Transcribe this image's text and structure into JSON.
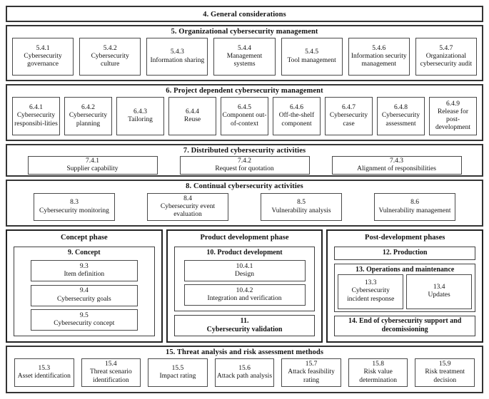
{
  "colors": {
    "background": "#ffffff",
    "border_dark": "#343434",
    "border_light": "#4a4a4a",
    "text": "#121212"
  },
  "s4": {
    "title": "4. General considerations"
  },
  "s5": {
    "title": "5. Organizational cybersecurity management",
    "boxes": [
      {
        "num": "5.4.1",
        "label": "Cybersecurity governance"
      },
      {
        "num": "5.4.2",
        "label": "Cybersecurity culture"
      },
      {
        "num": "5.4.3",
        "label": "Information sharing"
      },
      {
        "num": "5.4.4",
        "label": "Management systems"
      },
      {
        "num": "5.4.5",
        "label": "Tool management"
      },
      {
        "num": "5.4.6",
        "label": "Information security management"
      },
      {
        "num": "5.4.7",
        "label": "Organizational cybersecurity audit"
      }
    ]
  },
  "s6": {
    "title": "6. Project dependent cybersecurity management",
    "boxes": [
      {
        "num": "6.4.1",
        "label": "Cybersecurity responsibi-lities"
      },
      {
        "num": "6.4.2",
        "label": "Cybersecurity planning"
      },
      {
        "num": "6.4.3",
        "label": "Tailoring"
      },
      {
        "num": "6.4.4",
        "label": "Reuse"
      },
      {
        "num": "6.4.5",
        "label": "Component out-of-context"
      },
      {
        "num": "6.4.6",
        "label": "Off-the-shelf component"
      },
      {
        "num": "6.4.7",
        "label": "Cybersecurity case"
      },
      {
        "num": "6.4.8",
        "label": "Cybersecurity assessment"
      },
      {
        "num": "6.4.9",
        "label": "Release for post-development"
      }
    ]
  },
  "s7": {
    "title": "7. Distributed cybersecurity activities",
    "boxes": [
      {
        "num": "7.4.1",
        "label": "Supplier capability"
      },
      {
        "num": "7.4.2",
        "label": "Request for quotation"
      },
      {
        "num": "7.4.3",
        "label": "Alignment of responsibilities"
      }
    ]
  },
  "s8": {
    "title": "8. Continual cybersecurity activities",
    "boxes": [
      {
        "num": "8.3",
        "label": "Cybersecurity monitoring"
      },
      {
        "num": "8.4",
        "label": "Cybersecurity event evaluation"
      },
      {
        "num": "8.5",
        "label": "Vulnerability analysis"
      },
      {
        "num": "8.6",
        "label": "Vulnerability management"
      }
    ]
  },
  "phases": {
    "concept": {
      "title": "Concept phase",
      "group": {
        "title": "9. Concept",
        "boxes": [
          {
            "num": "9.3",
            "label": "Item definition"
          },
          {
            "num": "9.4",
            "label": "Cybersecurity goals"
          },
          {
            "num": "9.5",
            "label": "Cybersecurity concept"
          }
        ]
      }
    },
    "product": {
      "title": "Product development phase",
      "group": {
        "title": "10. Product development",
        "boxes": [
          {
            "num": "10.4.1",
            "label": "Design"
          },
          {
            "num": "10.4.2",
            "label": "Integration and verification"
          }
        ]
      },
      "validation": {
        "num": "11.",
        "label": "Cybersecurity validation"
      }
    },
    "post": {
      "title": "Post-development phases",
      "production": {
        "title": "12. Production"
      },
      "operations": {
        "title": "13. Operations and maintenance",
        "boxes": [
          {
            "num": "13.3",
            "label": "Cybersecurity incident response"
          },
          {
            "num": "13.4",
            "label": "Updates"
          }
        ]
      },
      "end": {
        "title": "14. End of cybersecurity support and decomissioning"
      }
    }
  },
  "s15": {
    "title": "15. Threat analysis and risk assessment methods",
    "boxes": [
      {
        "num": "15.3",
        "label": "Asset identification"
      },
      {
        "num": "15.4",
        "label": "Threat scenario identification"
      },
      {
        "num": "15.5",
        "label": "Impact rating"
      },
      {
        "num": "15.6",
        "label": "Attack path analysis"
      },
      {
        "num": "15.7",
        "label": "Attack feasibility rating"
      },
      {
        "num": "15.8",
        "label": "Risk value determination"
      },
      {
        "num": "15.9",
        "label": "Risk treatment decision"
      }
    ]
  }
}
